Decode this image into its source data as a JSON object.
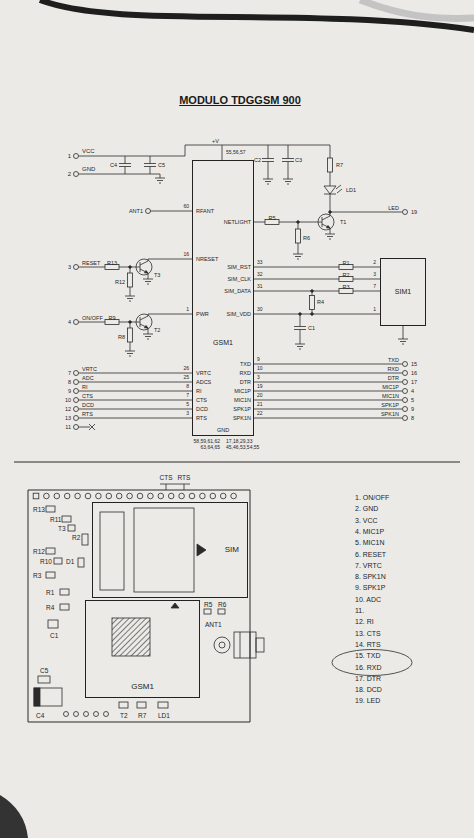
{
  "diagram": {
    "title": "MODULO TDGGSM 900",
    "nodes": [
      {
        "text": [
          "GSM1"
        ]
      },
      {
        "text": [
          "SIM1"
        ]
      },
      {
        "text": [
          "SIM"
        ]
      },
      {
        "text": [
          "GSM1"
        ]
      }
    ],
    "edges": [
      {
        "from": 0,
        "to": 1,
        "arrow": "none"
      },
      {
        "from": 0,
        "to": 1,
        "arrow": "none"
      },
      {
        "from": 0,
        "to": 1,
        "arrow": "none"
      },
      {
        "from": 0,
        "to": 1,
        "arrow": "none"
      }
    ],
    "labels": [
      "1",
      "VCC",
      "2",
      "GND",
      "C4",
      "C5",
      "+V",
      "55,56,57",
      "C2",
      "C3",
      "R7",
      "LD1",
      "LED",
      "19",
      "ANT1",
      "60",
      "RFANT",
      "NETLIGHT",
      "R5",
      "R6",
      "T1",
      "RESET",
      "3",
      "R13",
      "T3",
      "R12",
      "16",
      "NRESET",
      "SIM_RST",
      "SIM_CLK",
      "SIM_DATA",
      "33",
      "32",
      "31",
      "R1",
      "R2",
      "R3",
      "2",
      "3",
      "7",
      "1",
      "R4",
      "C1",
      "ON/OFF",
      "4",
      "R9",
      "T2",
      "R8",
      "1",
      "PWR",
      "SIM_VDD",
      "30",
      "VRTC",
      "7",
      "ADC",
      "8",
      "RI",
      "9",
      "CTS",
      "10",
      "DCD",
      "12",
      "RTS",
      "13",
      "11",
      "26",
      "25",
      "8",
      "7",
      "5",
      "3",
      "VRTC",
      "ADCS",
      "RI",
      "CTS",
      "DCD",
      "RTS",
      "TXD",
      "RXD",
      "DTR",
      "MIC1P",
      "MIC1N",
      "SPK1P",
      "SPK1N",
      "9",
      "10",
      "3",
      "19",
      "20",
      "21",
      "22",
      "TXD",
      "RXD",
      "DTR",
      "MIC1P",
      "MIC1N",
      "SPK1P",
      "SPK1N",
      "15",
      "16",
      "17",
      "4",
      "5",
      "9",
      "8",
      "GND",
      "58,59,61,62",
      "63,64,65",
      "17,18,29,33",
      "45,46,53,54,55",
      "CTS",
      "RTS",
      "R13",
      "R11",
      "T3",
      "R2",
      "R12",
      "R10",
      "D1",
      "R3",
      "R1",
      "R4",
      "C1",
      "C5",
      "C4",
      "T2",
      "R7",
      "LD1",
      "R5",
      "R6",
      "ANT1",
      "1. ON/OFF",
      "2. GND",
      "3. VCC",
      "4. MIC1P",
      "5. MIC1N",
      "6. RESET",
      "7. VRTC",
      "8. SPK1N",
      "9. SPK1P",
      "10. ADC",
      "11.",
      "12. RI",
      "13. CTS",
      "14. RTS",
      "15. TXD",
      "16. RXD",
      "17. DTR",
      "18. DCD",
      "19. LED"
    ]
  }
}
